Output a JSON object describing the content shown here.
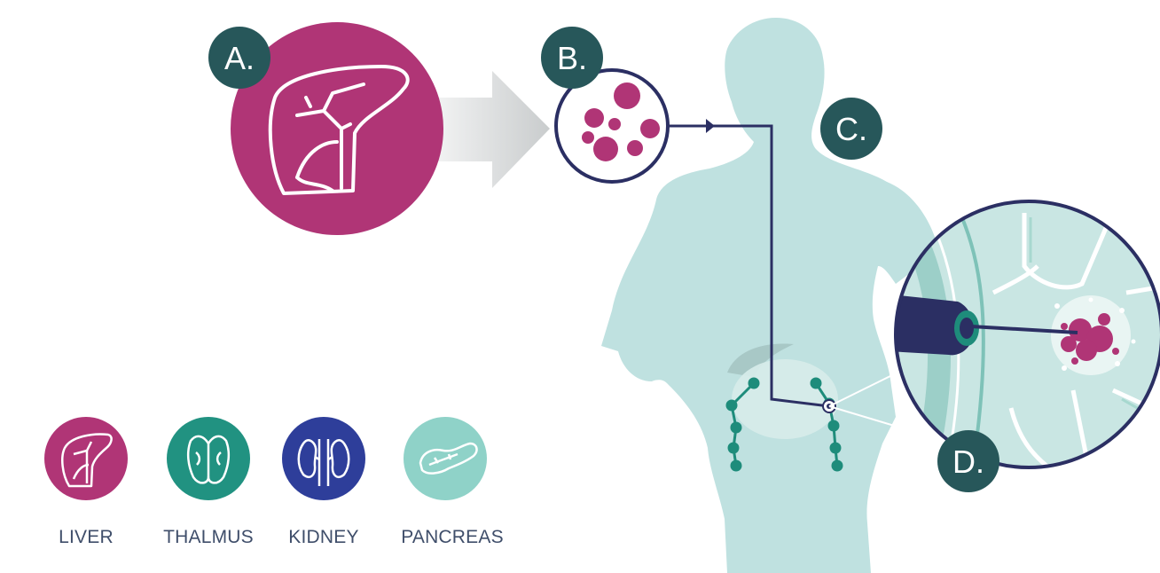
{
  "steps": {
    "a": "A.",
    "b": "B.",
    "c": "C.",
    "d": "D."
  },
  "legend": [
    {
      "label": "LIVER",
      "icon": "liver-icon",
      "color": "#b03576"
    },
    {
      "label": "THALMUS",
      "icon": "thalmus-icon",
      "color": "#219281"
    },
    {
      "label": "KIDNEY",
      "icon": "kidney-icon",
      "color": "#2e3e9a"
    },
    {
      "label": "PANCREAS",
      "icon": "pancreas-icon",
      "color": "#8fd2c8"
    }
  ],
  "colors": {
    "magenta": "#b03576",
    "badge": "#27575a",
    "body": "#bfe1e0",
    "navy": "#2b2f63",
    "teal": "#1e8c7b"
  }
}
